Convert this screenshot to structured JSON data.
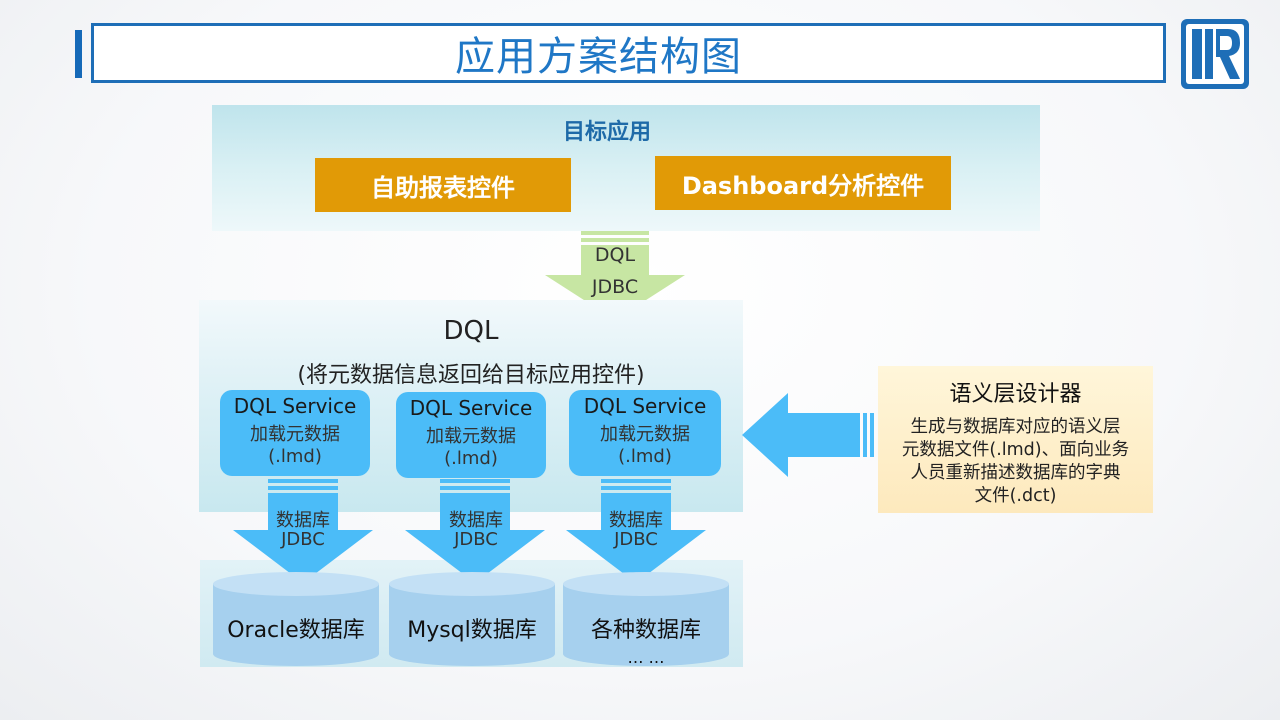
{
  "header": {
    "title": "应用方案结构图"
  },
  "target": {
    "title": "目标应用",
    "button_1": "自助报表控件",
    "button_2": "Dashboard分析控件"
  },
  "arrow_top": {
    "line1": "DQL",
    "line2": "JDBC"
  },
  "dql": {
    "title": "DQL",
    "subtitle": "(将元数据信息返回给目标应用控件)",
    "services": [
      {
        "name": "DQL Service",
        "desc1": "加载元数据",
        "desc2": "(.lmd)"
      },
      {
        "name": "DQL Service",
        "desc1": "加载元数据",
        "desc2": "(.lmd)"
      },
      {
        "name": "DQL Service",
        "desc1": "加载元数据",
        "desc2": "(.lmd)"
      }
    ]
  },
  "db_arrows": [
    {
      "line1": "数据库",
      "line2": "JDBC"
    },
    {
      "line1": "数据库",
      "line2": "JDBC"
    },
    {
      "line1": "数据库",
      "line2": "JDBC"
    }
  ],
  "databases": [
    {
      "label": "Oracle数据库"
    },
    {
      "label": "Mysql数据库"
    },
    {
      "label": "各种数据库",
      "extra": "… …"
    }
  ],
  "designer": {
    "title": "语义层设计器",
    "desc_1": "生成与数据库对应的语义层",
    "desc_2": "元数据文件(.lmd)、面向业务",
    "desc_3": "人员重新描述数据库的字典",
    "desc_4": "文件(.dct)"
  },
  "colors": {
    "title_blue": "#1f77c6",
    "orange": "#e19a06",
    "service_blue": "#4bbcf8",
    "arrow_green": "#c7e6a3",
    "arrow_blue": "#4bbcf8"
  }
}
